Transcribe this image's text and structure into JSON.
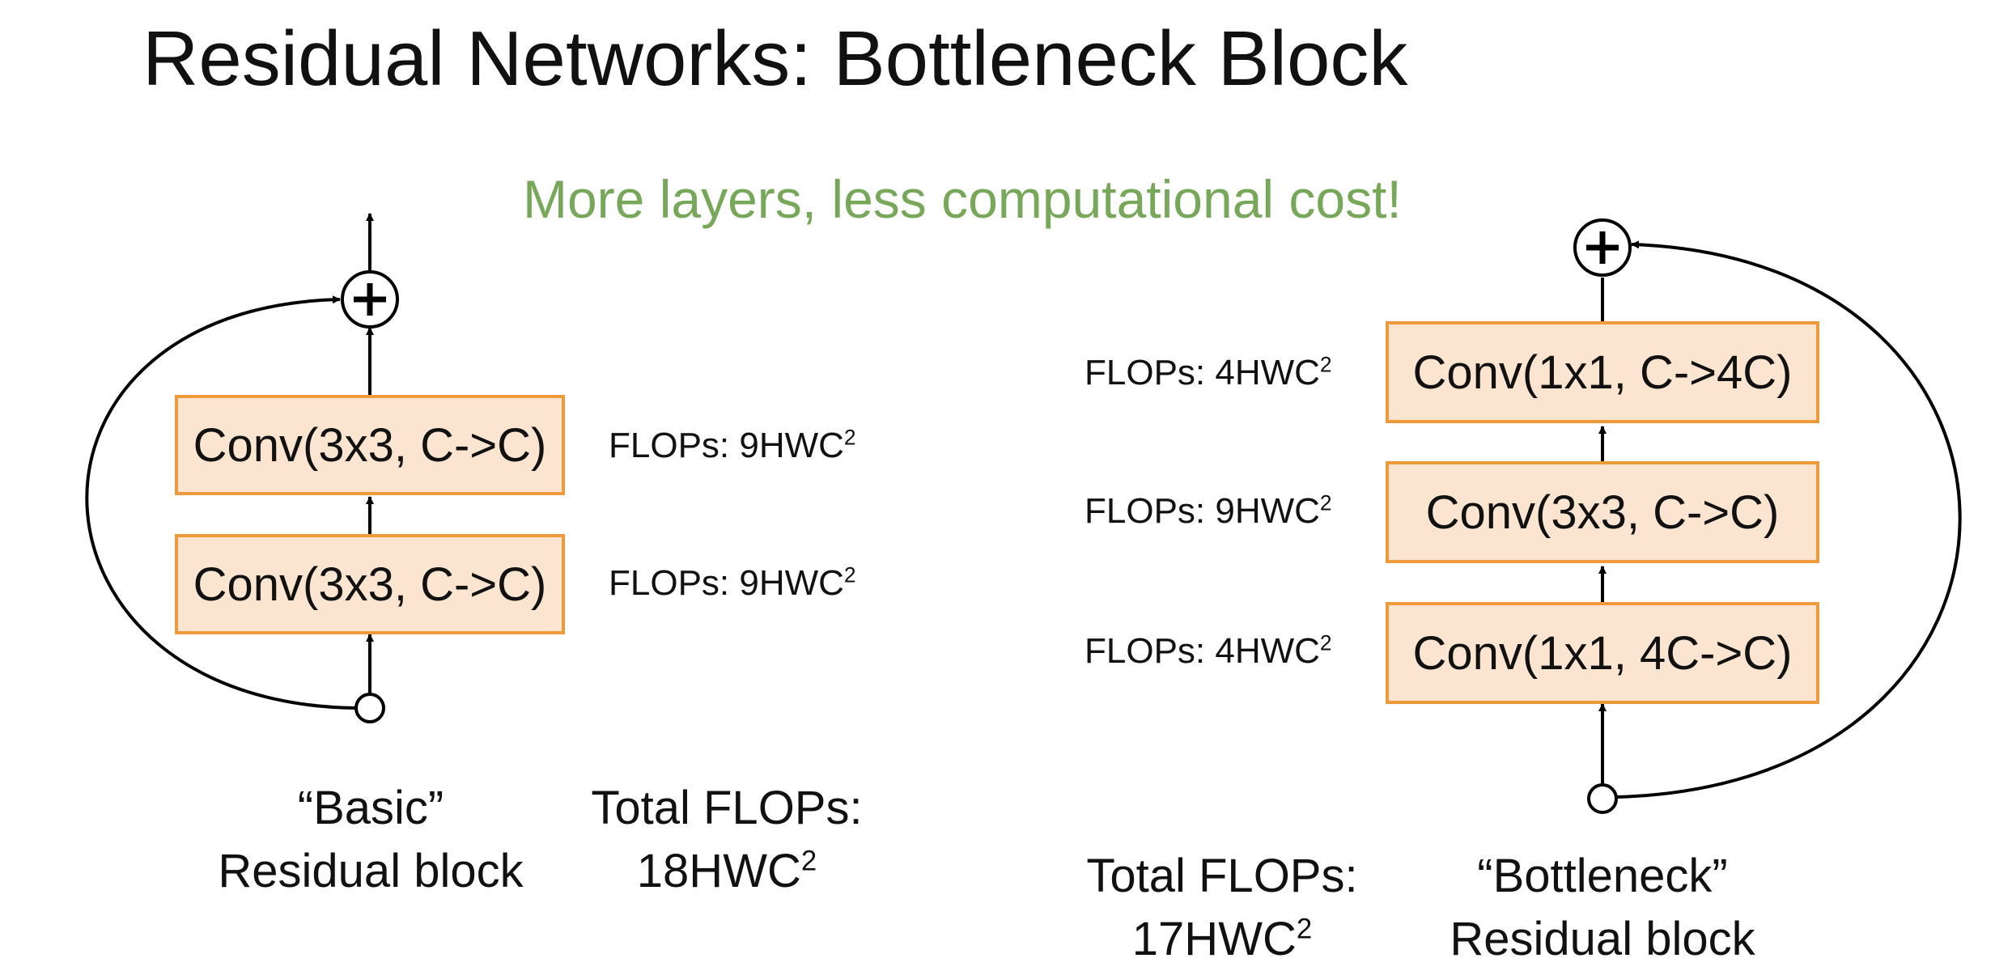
{
  "title": "Residual Networks: Bottleneck Block",
  "subtitle": "More layers, less computational cost!",
  "colors": {
    "accent_text": "#77a85a",
    "box_fill": "#fbe5d0",
    "box_border": "#ef9a3a"
  },
  "basic": {
    "layers": [
      {
        "label": "Conv(3x3, C->C)",
        "flops_prefix": "FLOPs: 9HWC",
        "flops_exp": "2"
      },
      {
        "label": "Conv(3x3, C->C)",
        "flops_prefix": "FLOPs: 9HWC",
        "flops_exp": "2"
      }
    ],
    "caption_line1": "“Basic”",
    "caption_line2": "Residual block",
    "total_line1": "Total FLOPs:",
    "total_line2": "18HWC",
    "total_exp": "2"
  },
  "bottleneck": {
    "layers": [
      {
        "label": "Conv(1x1, C->4C)",
        "flops_prefix": "FLOPs: 4HWC",
        "flops_exp": "2"
      },
      {
        "label": "Conv(3x3, C->C)",
        "flops_prefix": "FLOPs: 9HWC",
        "flops_exp": "2"
      },
      {
        "label": "Conv(1x1, 4C->C)",
        "flops_prefix": "FLOPs: 4HWC",
        "flops_exp": "2"
      }
    ],
    "caption_line1": "“Bottleneck”",
    "caption_line2": "Residual block",
    "total_line1": "Total FLOPs:",
    "total_line2": "17HWC",
    "total_exp": "2"
  },
  "icons": {
    "sum_node": "plus-circle-icon",
    "input_node": "open-circle-icon"
  }
}
